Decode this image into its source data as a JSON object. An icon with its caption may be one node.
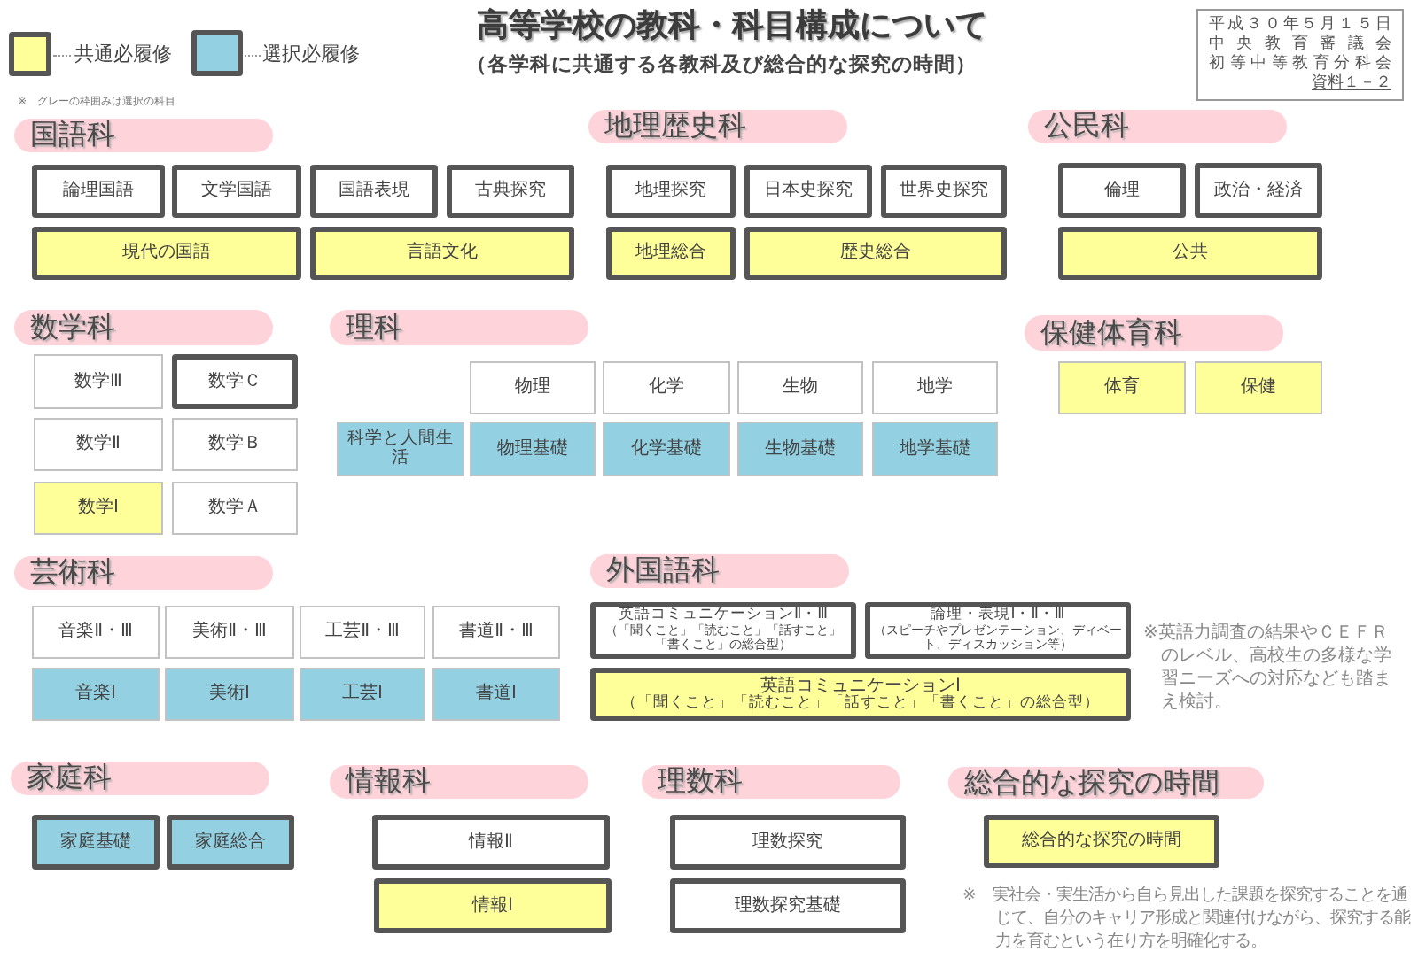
{
  "diagram": {
    "title": "高等学校の教科・科目構成について",
    "nodes": [
      {
        "text": [
          "平成３０年５月１５日",
          "中央教育審議会",
          "初等中等教育分科会",
          "資料１－２"
        ]
      },
      {
        "text": [
          "国語科"
        ]
      },
      {
        "text": [
          "論理国語"
        ]
      },
      {
        "text": [
          "文学国語"
        ]
      },
      {
        "text": [
          "国語表現"
        ]
      },
      {
        "text": [
          "古典探究"
        ]
      },
      {
        "text": [
          "現代の国語"
        ]
      },
      {
        "text": [
          "言語文化"
        ]
      },
      {
        "text": [
          "地理歴史科"
        ]
      },
      {
        "text": [
          "地理探究"
        ]
      },
      {
        "text": [
          "日本史探究"
        ]
      },
      {
        "text": [
          "世界史探究"
        ]
      },
      {
        "text": [
          "地理総合"
        ]
      },
      {
        "text": [
          "歴史総合"
        ]
      },
      {
        "text": [
          "公民科"
        ]
      },
      {
        "text": [
          "倫理"
        ]
      },
      {
        "text": [
          "政治・経済"
        ]
      },
      {
        "text": [
          "公共"
        ]
      },
      {
        "text": [
          "数学科"
        ]
      },
      {
        "text": [
          "数学Ⅲ"
        ]
      },
      {
        "text": [
          "数学Ｃ"
        ]
      },
      {
        "text": [
          "数学Ⅱ"
        ]
      },
      {
        "text": [
          "数学Ｂ"
        ]
      },
      {
        "text": [
          "数学Ⅰ"
        ]
      },
      {
        "text": [
          "数学Ａ"
        ]
      },
      {
        "text": [
          "理科"
        ]
      },
      {
        "text": [
          "物理"
        ]
      },
      {
        "text": [
          "化学"
        ]
      },
      {
        "text": [
          "生物"
        ]
      },
      {
        "text": [
          "地学"
        ]
      },
      {
        "text": [
          "科学と人間生活"
        ]
      },
      {
        "text": [
          "物理基礎"
        ]
      },
      {
        "text": [
          "化学基礎"
        ]
      },
      {
        "text": [
          "生物基礎"
        ]
      },
      {
        "text": [
          "地学基礎"
        ]
      },
      {
        "text": [
          "保健体育科"
        ]
      },
      {
        "text": [
          "体育"
        ]
      },
      {
        "text": [
          "保健"
        ]
      },
      {
        "text": [
          "芸術科"
        ]
      },
      {
        "text": [
          "音楽Ⅱ・Ⅲ"
        ]
      },
      {
        "text": [
          "美術Ⅱ・Ⅲ"
        ]
      },
      {
        "text": [
          "工芸Ⅱ・Ⅲ"
        ]
      },
      {
        "text": [
          "書道Ⅱ・Ⅲ"
        ]
      },
      {
        "text": [
          "音楽Ⅰ"
        ]
      },
      {
        "text": [
          "美術Ⅰ"
        ]
      },
      {
        "text": [
          "工芸Ⅰ"
        ]
      },
      {
        "text": [
          "書道Ⅰ"
        ]
      },
      {
        "text": [
          "外国語科"
        ]
      },
      {
        "text": [
          "英語コミュニケーションⅡ・Ⅲ",
          "（「聞くこと」「読むこと」「話すこと」「書くこと」の総合型）"
        ]
      },
      {
        "text": [
          "論理・表現Ⅰ・Ⅱ・Ⅲ",
          "（スピーチやプレゼンテーション、ディベート、ディスカッション等）"
        ]
      },
      {
        "text": [
          "英語コミュニケーションⅠ",
          "（「聞くこと」「読むこと」「話すこと」「書くこと」の総合型）"
        ]
      },
      {
        "text": [
          "家庭科"
        ]
      },
      {
        "text": [
          "家庭基礎"
        ]
      },
      {
        "text": [
          "家庭総合"
        ]
      },
      {
        "text": [
          "情報科"
        ]
      },
      {
        "text": [
          "情報Ⅱ"
        ]
      },
      {
        "text": [
          "情報Ⅰ"
        ]
      },
      {
        "text": [
          "理数科"
        ]
      },
      {
        "text": [
          "理数探究"
        ]
      },
      {
        "text": [
          "理数探究基礎"
        ]
      },
      {
        "text": [
          "総合的な探究の時間"
        ]
      },
      {
        "text": [
          "総合的な探究の時間"
        ]
      }
    ],
    "labels": [
      "（各学科に共通する各教科及び総合的な探究の時間）",
      "※　グレーの枠囲みは選択の科目",
      "※英語力調査の結果やＣＥＦＲのレベル、高校生の多様な学習ニーズへの対応なども踏まえ検討。",
      "※　実社会・実生活から自ら見出した課題を探究することを通じて、自分のキャリア形成と関連付けながら、探究する能力を育むという在り方を明確化する。"
    ],
    "legend": [
      {
        "text": "共通必履修",
        "color": "#ffff99"
      },
      {
        "text": "選択必履修",
        "color": "#92d0e2"
      }
    ]
  }
}
